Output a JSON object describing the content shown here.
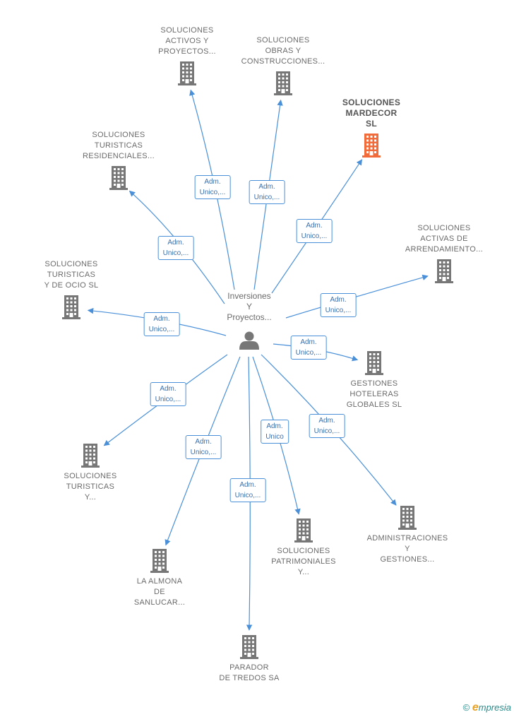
{
  "center": {
    "label_lines": [
      "Inversiones",
      "Y",
      "Proyectos..."
    ]
  },
  "colors": {
    "edge": "#4a90d9",
    "building": "#777777",
    "highlight": "#f26b3a"
  },
  "nodes": [
    {
      "id": "activos",
      "label_lines": [
        "SOLUCIONES",
        "ACTIVOS Y",
        "PROYECTOS..."
      ],
      "highlight": false,
      "edge_label_lines": [
        "Adm.",
        "Unico,..."
      ]
    },
    {
      "id": "obras",
      "label_lines": [
        "SOLUCIONES",
        "OBRAS Y",
        "CONSTRUCCIONES..."
      ],
      "highlight": false,
      "edge_label_lines": [
        "Adm.",
        "Unico,..."
      ]
    },
    {
      "id": "mardecor",
      "label_lines": [
        "SOLUCIONES",
        "MARDECOR",
        "SL"
      ],
      "highlight": true,
      "edge_label_lines": [
        "Adm.",
        "Unico,..."
      ]
    },
    {
      "id": "residenciales",
      "label_lines": [
        "SOLUCIONES",
        "TURISTICAS",
        "RESIDENCIALES..."
      ],
      "highlight": false,
      "edge_label_lines": [
        "Adm.",
        "Unico,..."
      ]
    },
    {
      "id": "arrendamiento",
      "label_lines": [
        "SOLUCIONES",
        "ACTIVAS DE",
        "ARRENDAMIENTO..."
      ],
      "highlight": false,
      "edge_label_lines": [
        "Adm.",
        "Unico,..."
      ]
    },
    {
      "id": "ocio",
      "label_lines": [
        "SOLUCIONES",
        "TURISTICAS",
        "Y DE OCIO  SL"
      ],
      "highlight": false,
      "edge_label_lines": [
        "Adm.",
        "Unico,..."
      ]
    },
    {
      "id": "hoteleras",
      "label_lines": [
        "GESTIONES",
        "HOTELERAS",
        "GLOBALES  SL"
      ],
      "highlight": false,
      "edge_label_lines": [
        "Adm.",
        "Unico,..."
      ]
    },
    {
      "id": "turisticas_y",
      "label_lines": [
        "SOLUCIONES",
        "TURISTICAS",
        "Y..."
      ],
      "highlight": false,
      "edge_label_lines": [
        "Adm.",
        "Unico,..."
      ]
    },
    {
      "id": "almona",
      "label_lines": [
        "LA ALMONA",
        "DE",
        "SANLUCAR..."
      ],
      "highlight": false,
      "edge_label_lines": [
        "Adm.",
        "Unico,..."
      ]
    },
    {
      "id": "parador",
      "label_lines": [
        "PARADOR",
        "DE TREDOS SA"
      ],
      "highlight": false,
      "edge_label_lines": [
        "Adm.",
        "Unico,..."
      ]
    },
    {
      "id": "patrimoniales",
      "label_lines": [
        "SOLUCIONES",
        "PATRIMONIALES",
        "Y..."
      ],
      "highlight": false,
      "edge_label_lines": [
        "Adm.",
        "Unico"
      ]
    },
    {
      "id": "administraciones",
      "label_lines": [
        "ADMINISTRACIONES",
        "Y",
        "GESTIONES..."
      ],
      "highlight": false,
      "edge_label_lines": [
        "Adm.",
        "Unico,..."
      ]
    }
  ],
  "logo": {
    "copyright": "©",
    "brand_initial": "e",
    "brand_rest": "mpresia"
  }
}
